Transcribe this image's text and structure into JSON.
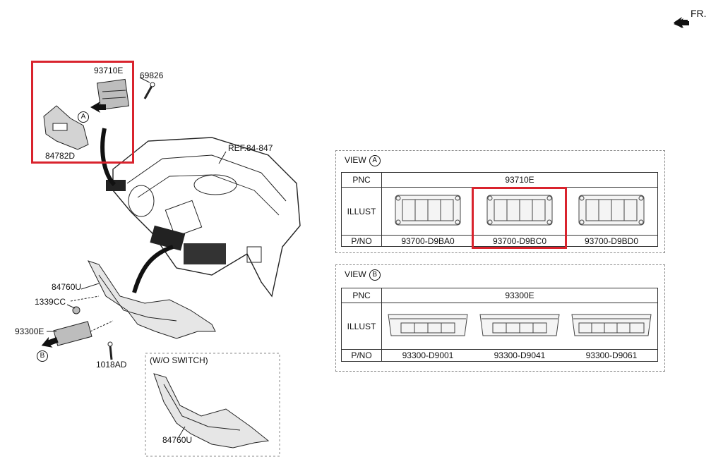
{
  "direction": {
    "label": "FR."
  },
  "callouts": {
    "p93710E": "93710E",
    "p69826": "69826",
    "p84782D": "84782D",
    "ref": "REF.84-847",
    "p84760U": "84760U",
    "p1339CC": "1339CC",
    "p93300E": "93300E",
    "p1018AD": "1018AD",
    "wo_switch": "(W/O SWITCH)",
    "p84760U_b": "84760U",
    "view_a": "A",
    "view_b": "B"
  },
  "view_a": {
    "title": "VIEW",
    "marker": "A",
    "pnc_label": "PNC",
    "pnc": "93710E",
    "illust_label": "ILLUST",
    "pno_label": "P/NO",
    "parts": [
      "93700-D9BA0",
      "93700-D9BC0",
      "93700-D9BD0"
    ],
    "highlight_index": 1
  },
  "view_b": {
    "title": "VIEW",
    "marker": "B",
    "pnc_label": "PNC",
    "pnc": "93300E",
    "illust_label": "ILLUST",
    "pno_label": "P/NO",
    "parts": [
      "93300-D9001",
      "93300-D9041",
      "93300-D9061"
    ]
  },
  "colors": {
    "highlight": "#d9232d",
    "line": "#333333"
  }
}
